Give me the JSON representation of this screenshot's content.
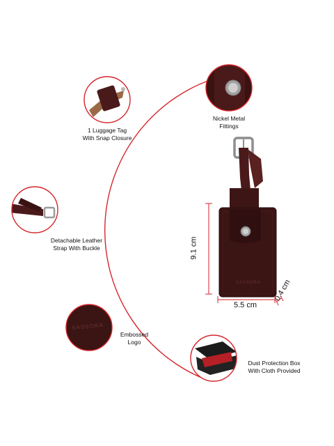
{
  "colors": {
    "arc": "#d4262c",
    "leather_dark": "#3b1414",
    "leather_mid": "#5a2121",
    "leather_tan": "#9a6a47",
    "metal": "#b9b9b9",
    "dimension_line": "#e0484d"
  },
  "features": [
    {
      "id": "luggage-tag",
      "line1": "1 Luggage Tag",
      "line2": "With Snap Closure"
    },
    {
      "id": "nickel-fittings",
      "line1": "Nickel Metal",
      "line2": "Fittings"
    },
    {
      "id": "leather-strap",
      "line1": "Detachable Leather",
      "line2": "Strap With Buckle"
    },
    {
      "id": "embossed-logo",
      "line1": "Embossed",
      "line2": "Logo"
    },
    {
      "id": "dust-box",
      "line1": "Dust Protection Box",
      "line2": "With Cloth Provided"
    }
  ],
  "dimensions": {
    "height": "9.1 cm",
    "width": "5.5 cm",
    "depth": "0.4 cm"
  },
  "brand": {
    "logo_text": "SASSORA"
  }
}
